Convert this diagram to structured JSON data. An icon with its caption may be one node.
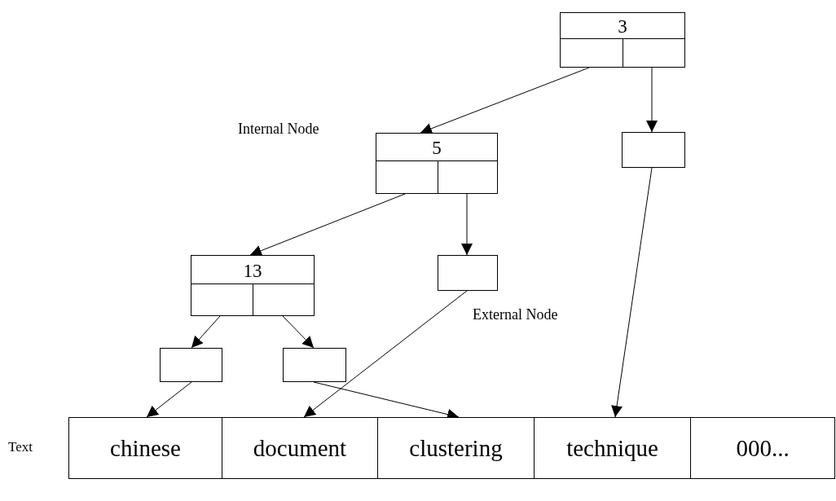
{
  "diagram": {
    "nodes": [
      {
        "text": [
          "3"
        ]
      },
      {
        "text": [
          "5"
        ],
        "beside": [
          "Internal Node"
        ]
      },
      {
        "text": [],
        "shape": "box"
      },
      {
        "text": [
          "13"
        ]
      },
      {
        "text": [],
        "shape": "box",
        "beside": [
          "External Node"
        ]
      },
      {
        "text": [],
        "shape": "box"
      },
      {
        "text": [],
        "shape": "box"
      },
      {
        "text": [
          "chinese"
        ]
      },
      {
        "text": [
          "document"
        ]
      },
      {
        "text": [
          "clustering"
        ]
      },
      {
        "text": [
          "technique"
        ]
      },
      {
        "text": [
          "000..."
        ]
      }
    ],
    "edges": [
      {
        "from": 0,
        "to": 1,
        "arrow": "to"
      },
      {
        "from": 0,
        "to": 2,
        "arrow": "to"
      },
      {
        "from": 1,
        "to": 3,
        "arrow": "to"
      },
      {
        "from": 1,
        "to": 4,
        "arrow": "to"
      },
      {
        "from": 3,
        "to": 5,
        "arrow": "to"
      },
      {
        "from": 3,
        "to": 6,
        "arrow": "to"
      },
      {
        "from": 5,
        "to": 7,
        "arrow": "to"
      },
      {
        "from": 6,
        "to": 9,
        "arrow": "to"
      },
      {
        "from": 4,
        "to": 8,
        "arrow": "to"
      },
      {
        "from": 2,
        "to": 10,
        "arrow": "to"
      }
    ],
    "labels": [
      "Text"
    ]
  }
}
